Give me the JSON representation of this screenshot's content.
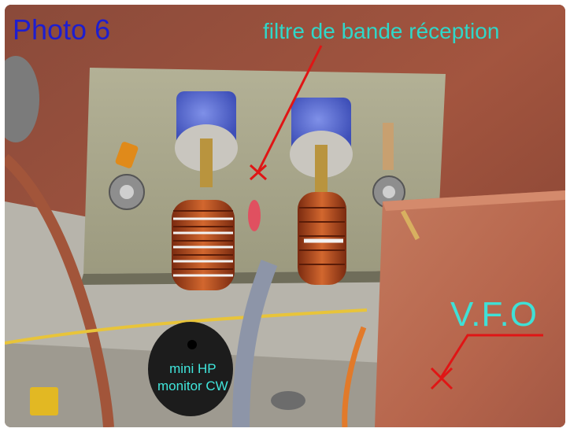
{
  "photo_title": "Photo 6",
  "annotations": {
    "filter": "filtre de bande réception",
    "vfo": "V.F.O",
    "monitor_line1": "mini HP",
    "monitor_line2": "monitor CW"
  },
  "colors": {
    "title_text": "#1e1ecf",
    "annotation_text": "#2fd7c9",
    "pointer_line": "#e01515",
    "copper": "#b8664a",
    "circuit_board": "#a8a68a"
  }
}
